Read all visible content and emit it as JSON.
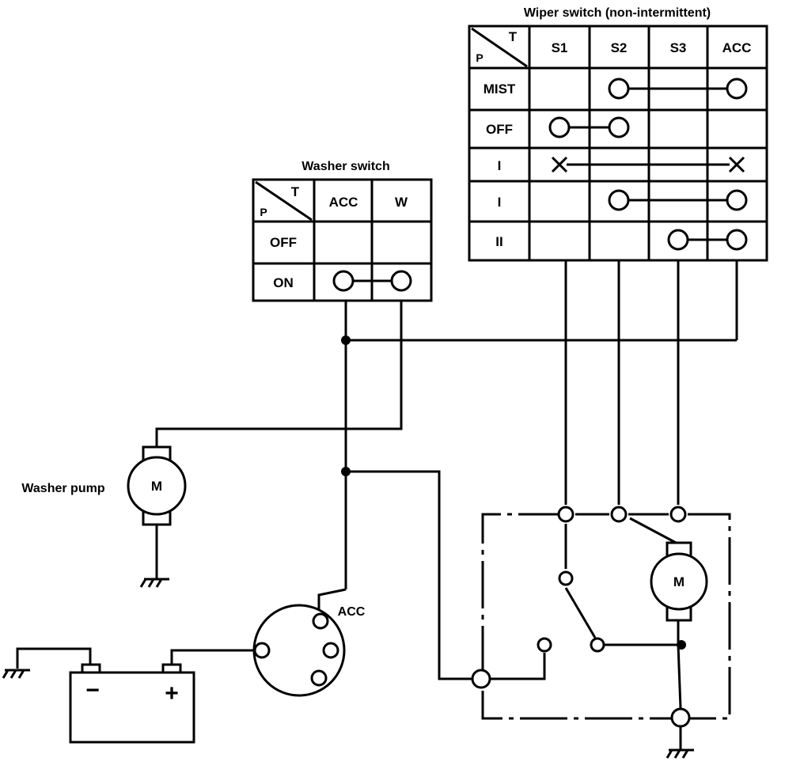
{
  "wiper_switch": {
    "title": "Wiper switch (non-intermittent)",
    "corner_t": "T",
    "corner_p": "P",
    "columns": [
      "S1",
      "S2",
      "S3",
      "ACC"
    ],
    "rows": [
      "MIST",
      "OFF",
      "I",
      "I",
      "II"
    ]
  },
  "washer_switch": {
    "title": "Washer switch",
    "corner_t": "T",
    "corner_p": "P",
    "columns": [
      "ACC",
      "W"
    ],
    "rows": [
      "OFF",
      "ON"
    ]
  },
  "labels": {
    "washer_pump": "Washer pump",
    "motor": "M",
    "acc": "ACC",
    "battery_minus": "−",
    "battery_plus": "+"
  }
}
